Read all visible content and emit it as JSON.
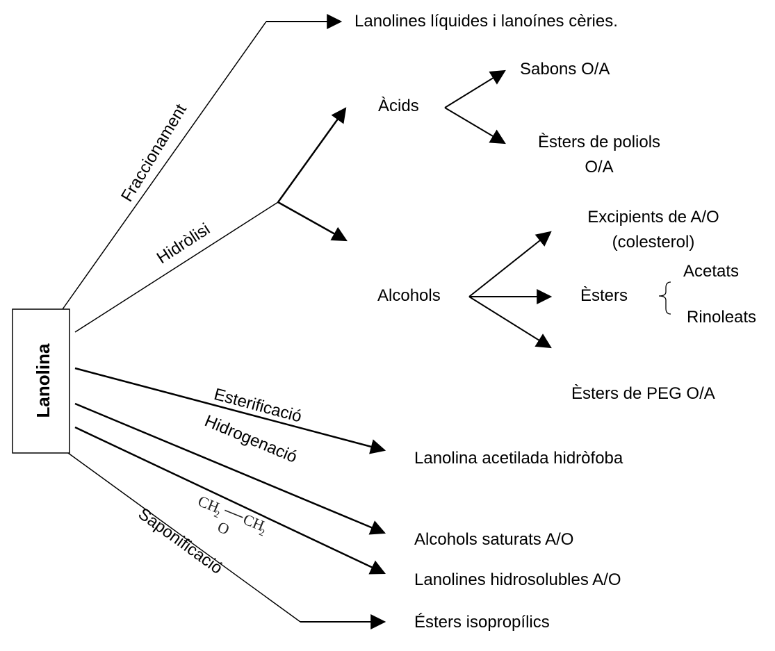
{
  "root": {
    "label": "Lanolina"
  },
  "branches": {
    "fraccionament": "Fraccionament",
    "hidrolisi": "Hidròlisi",
    "esterificacio": "Esterificació",
    "hidrogenacio": "Hidrogenació",
    "saponificacio": "Saponificació"
  },
  "products": {
    "fraccionament": "Lanolines líquides i lanoínes cèries.",
    "acids": "Àcids",
    "sabons": "Sabons O/A",
    "esters_poliols_1": "Èsters de poliols",
    "esters_poliols_2": "O/A",
    "alcohols": "Alcohols",
    "excipients_1": "Excipients de  A/O",
    "excipients_2": "(colesterol)",
    "esters": "Èsters",
    "acetats": "Acetats",
    "rinoleats": "Rinoleats",
    "esters_peg": "Èsters de PEG O/A",
    "acetilada": "Lanolina acetilada hidròfoba",
    "saturats": "Alcohols saturats A/O",
    "hidrosolubles": "Lanolines hidrosolubles A/O",
    "isopropilics": "Ésters isopropílics"
  },
  "epoxide_formula": {
    "left": "CH",
    "left_sub": "2",
    "right": "CH",
    "right_sub": "2",
    "bridge": "O"
  }
}
